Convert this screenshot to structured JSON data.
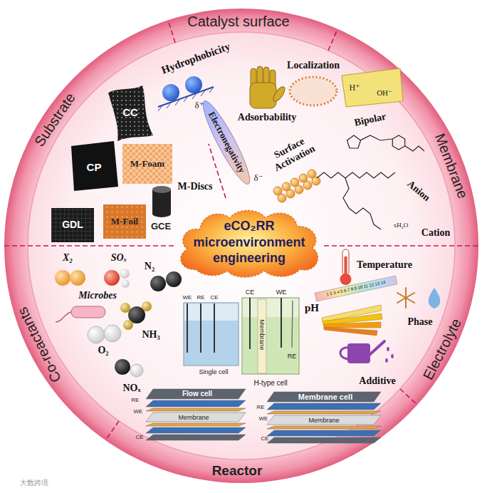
{
  "diagram": {
    "nodes": [
      {
        "text": [
          "eCO₂RR microenvironment engineering"
        ]
      }
    ],
    "labels": [
      "Catalyst surface",
      "Membrane",
      "Electrolyte",
      "Reactor",
      "Co-reactants",
      "Substrate",
      "Hydrophobicity",
      "Localization",
      "Adsorbability",
      "Electronegativity",
      "δ⁺",
      "δ⁻",
      "Surface Activation",
      "Bipolar",
      "H⁺",
      "OH⁻",
      "Anion",
      "Cation",
      "xH₂O",
      "Temperature",
      "pH",
      "1 2 3 4 5 6 7 8 9 10 11 12 13 14",
      "Phase",
      "Additive",
      "WE",
      "RE",
      "CE",
      "Single cell",
      "CE",
      "WE",
      "RE",
      "Membrane",
      "H-type cell",
      "Flow cell",
      "RE",
      "WE",
      "Membrane",
      "CE",
      "Membrane cell",
      "RE",
      "WE",
      "Membrane",
      "CE",
      "X₂",
      "SOₓ",
      "Microbes",
      "N₂",
      "NH₃",
      "O₂",
      "NOₓ",
      "CC",
      "CP",
      "M-Foam",
      "GDL",
      "M-Foil",
      "GCE",
      "M-Discs",
      "大数跨境"
    ]
  }
}
